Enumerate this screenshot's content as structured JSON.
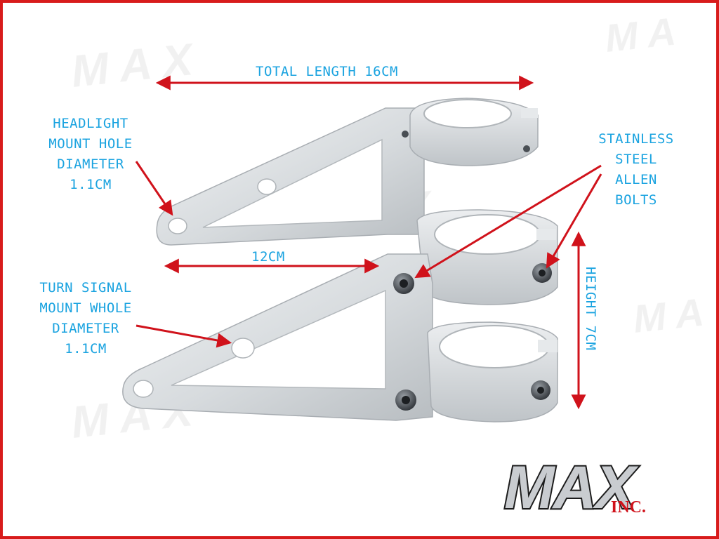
{
  "dimensions": {
    "total_length": "TOTAL LENGTH 16CM",
    "width": "12CM",
    "height": "HEIGHT 7CM"
  },
  "callouts": {
    "headlight_hole": [
      "HEADLIGHT",
      "MOUNT HOLE",
      "DIAMETER",
      "1.1CM"
    ],
    "turn_signal_hole": [
      "TURN SIGNAL",
      "MOUNT WHOLE",
      "DIAMETER",
      "1.1CM"
    ],
    "bolts": [
      "STAINLESS",
      "STEEL",
      "ALLEN",
      "BOLTS"
    ]
  },
  "brand": {
    "logo_text": "MAX",
    "logo_suffix": "INC."
  },
  "colors": {
    "frame": "#d81b1b",
    "label_text": "#1aa3e0",
    "arrow": "#d0121b",
    "metal": "#d9dde0"
  }
}
